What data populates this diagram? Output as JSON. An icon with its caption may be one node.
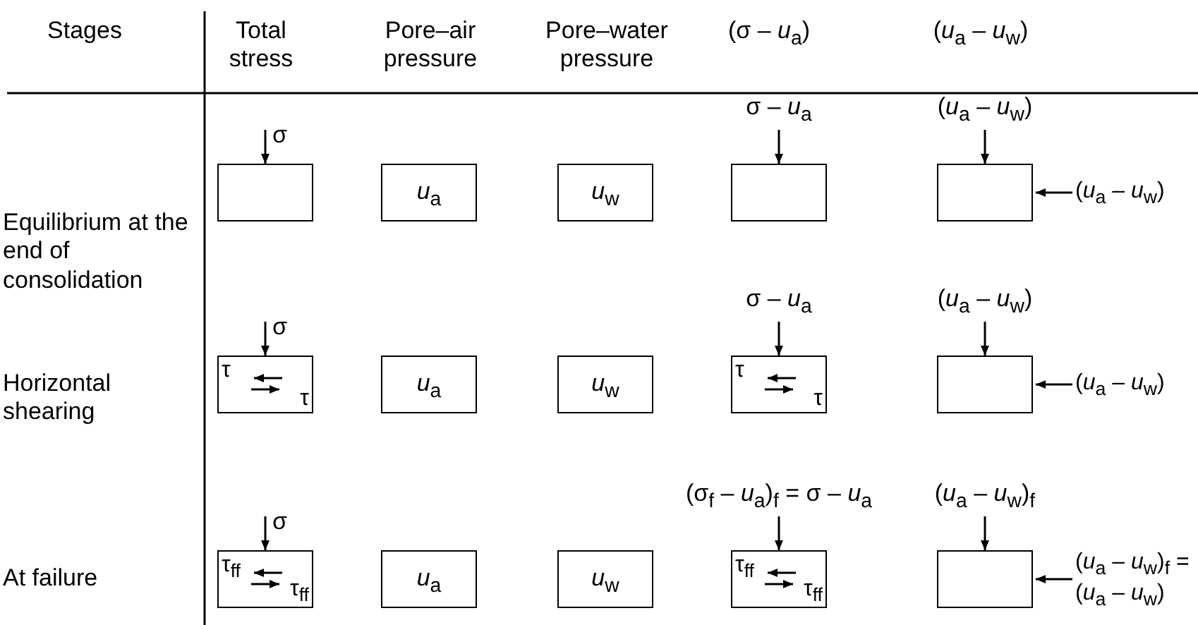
{
  "diagram": {
    "nodes": [
      {
        "text": [],
        "shape": "box",
        "beside": [
          "σ"
        ]
      },
      {
        "text": [
          "*u*$_{a}$"
        ]
      },
      {
        "text": [
          "*u*$_{w}$"
        ]
      },
      {
        "text": [],
        "shape": "box",
        "beside": [
          "σ – *u*$_{a}$"
        ]
      },
      {
        "text": [],
        "shape": "box",
        "beside": [
          "(*u*$_{a}$ – *u*$_{w}$)",
          "(*u*$_{a}$ – *u*$_{w}$)"
        ]
      },
      {
        "text": [
          "τ",
          "τ"
        ],
        "beside": [
          "σ"
        ]
      },
      {
        "text": [
          "*u*$_{a}$"
        ]
      },
      {
        "text": [
          "*u*$_{w}$"
        ]
      },
      {
        "text": [
          "τ",
          "τ"
        ],
        "beside": [
          "σ – *u*$_{a}$"
        ]
      },
      {
        "text": [],
        "shape": "box",
        "beside": [
          "(*u*$_{a}$ – *u*$_{w}$)",
          "(*u*$_{a}$ – *u*$_{w}$)"
        ]
      },
      {
        "text": [
          "τ$_{ff}$",
          "τ$_{ff}$"
        ],
        "beside": [
          "σ"
        ]
      },
      {
        "text": [
          "*u*$_{a}$"
        ]
      },
      {
        "text": [
          "*u*$_{w}$"
        ]
      },
      {
        "text": [
          "τ$_{ff}$",
          "τ$_{ff}$"
        ],
        "beside": [
          "(σ$_{f}$ – *u*$_{a}$)$_{f}$ = σ – *u*$_{a}$"
        ]
      },
      {
        "text": [],
        "shape": "box",
        "beside": [
          "(*u*$_{a}$ – *u*$_{w}$)$_{f}$",
          "(*u*$_{a}$ – *u*$_{w}$)$_{f}$ = (*u*$_{a}$ – *u*$_{w}$)"
        ]
      }
    ],
    "labels": [
      "Stages",
      "Total stress",
      "Pore–air pressure",
      "Pore–water pressure",
      "(σ – *u*$_{a}$)",
      "(*u*$_{a}$ – *u*$_{w}$)",
      "Equilibrium at the end of consolidation",
      "Horizontal shearing",
      "At failure"
    ]
  }
}
